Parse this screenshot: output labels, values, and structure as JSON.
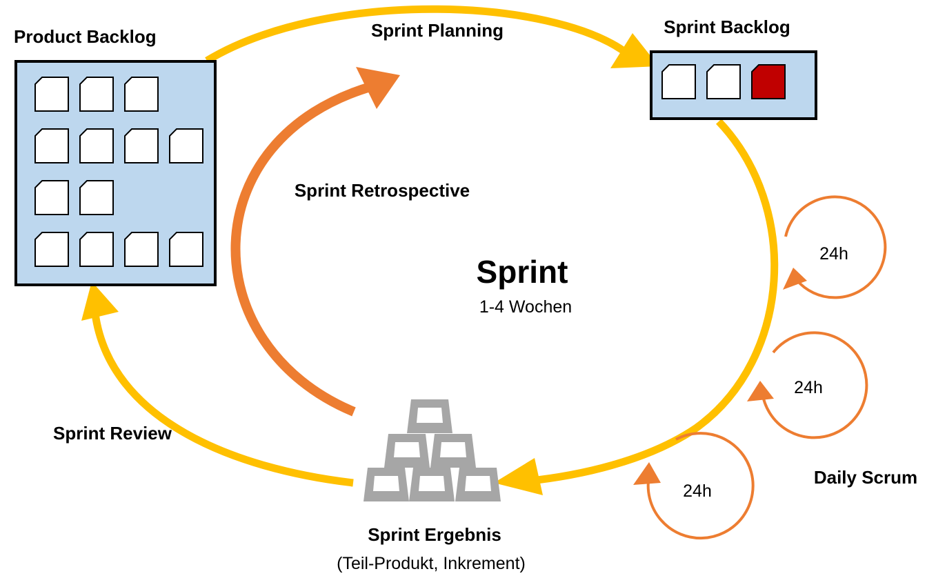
{
  "labels": {
    "product_backlog": "Product Backlog",
    "sprint_planning": "Sprint Planning",
    "sprint_backlog": "Sprint Backlog",
    "sprint_retrospective": "Sprint Retrospective",
    "sprint_title": "Sprint",
    "sprint_duration": "1-4 Wochen",
    "sprint_review": "Sprint Review",
    "sprint_result": "Sprint Ergebnis",
    "sprint_result_sub": "(Teil-Produkt, Inkrement)",
    "daily_scrum": "Daily Scrum"
  },
  "daily_cycles": [
    "24h",
    "24h",
    "24h"
  ],
  "product_backlog_rows": [
    3,
    4,
    2,
    4
  ],
  "sprint_backlog_items": [
    "white",
    "white",
    "red"
  ],
  "colors": {
    "yellow_arrow": "#FFC000",
    "orange_arrow": "#ED7D31",
    "backlog_fill": "#BDD7EE",
    "highlight_item": "#C00000",
    "increment_gray": "#A6A6A6"
  }
}
